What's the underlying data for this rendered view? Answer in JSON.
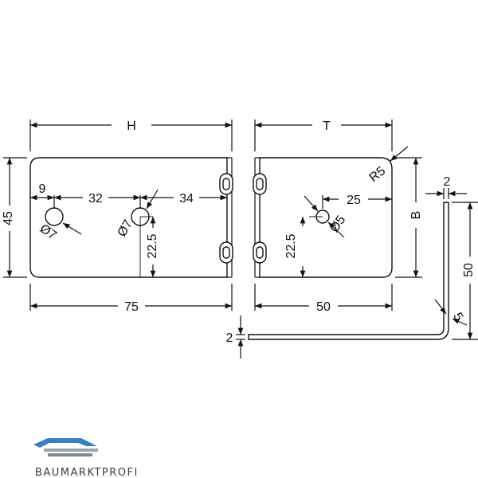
{
  "drawing": {
    "left_view": {
      "label_H": "H",
      "dim_75": "75",
      "dim_45": "45",
      "dim_9": "9",
      "dim_32": "32",
      "dim_34": "34",
      "dia_7_a": "Ø7",
      "dia_7_b": "Ø7",
      "dim_22_5": "22.5"
    },
    "right_view": {
      "label_T": "T",
      "dim_50": "50",
      "dim_25": "25",
      "dia_5": "Ø5",
      "dim_22_5": "22.5",
      "radius": "R5"
    },
    "side_view": {
      "label_B": "B",
      "thickness_top": "2",
      "height_50": "50",
      "dim_5": "5",
      "thickness_bottom": "2"
    }
  },
  "brand": {
    "name": "BAUMARKTPROFI",
    "accent": "#3a7fc4",
    "dark": "#3a3a3a"
  }
}
